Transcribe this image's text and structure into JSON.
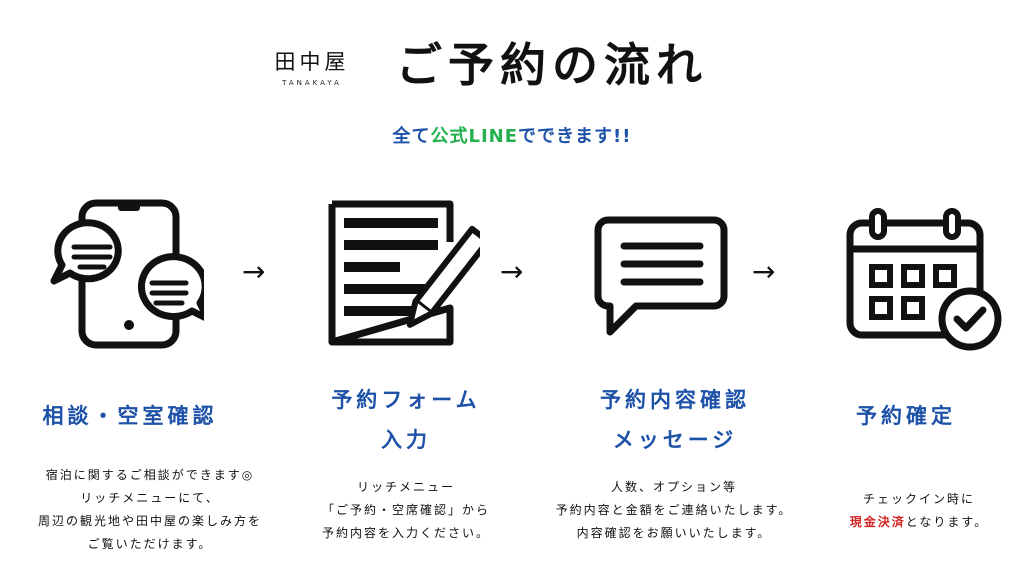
{
  "header": {
    "logo_mark": "田中屋",
    "logo_sub": "TANAKAYA",
    "title": "ご予約の流れ",
    "subtitle_prefix": "全て",
    "subtitle_highlight": "公式LINE",
    "subtitle_suffix": "でできます!!"
  },
  "arrows": [
    "→",
    "→",
    "→"
  ],
  "steps": [
    {
      "title_lines": [
        "相談・空室確認"
      ],
      "desc_lines": [
        "宿泊に関するご相談ができます◎",
        "リッチメニューにて、",
        "周辺の観光地や田中屋の楽しみ方を",
        "ご覧いただけます。"
      ],
      "icon": "smartphone-chat-icon"
    },
    {
      "title_lines": [
        "予約フォーム",
        "入力"
      ],
      "desc_lines": [
        "リッチメニュー",
        "「ご予約・空席確認」から",
        "予約内容を入力ください。"
      ],
      "icon": "form-pen-icon"
    },
    {
      "title_lines": [
        "予約内容確認",
        "メッセージ"
      ],
      "desc_lines": [
        "人数、オプション等",
        "予約内容と金額をご連絡いたします。",
        "内容確認をお願いいたします。"
      ],
      "icon": "message-bubble-icon"
    },
    {
      "title_lines": [
        "予約確定"
      ],
      "desc_line1": "チェックイン時に",
      "desc_highlight": "現金決済",
      "desc_suffix": "となります。",
      "icon": "calendar-check-icon"
    }
  ],
  "colors": {
    "accent_blue": "#1d52a8",
    "line_green": "#23b14d",
    "alert_red": "#d22626"
  }
}
